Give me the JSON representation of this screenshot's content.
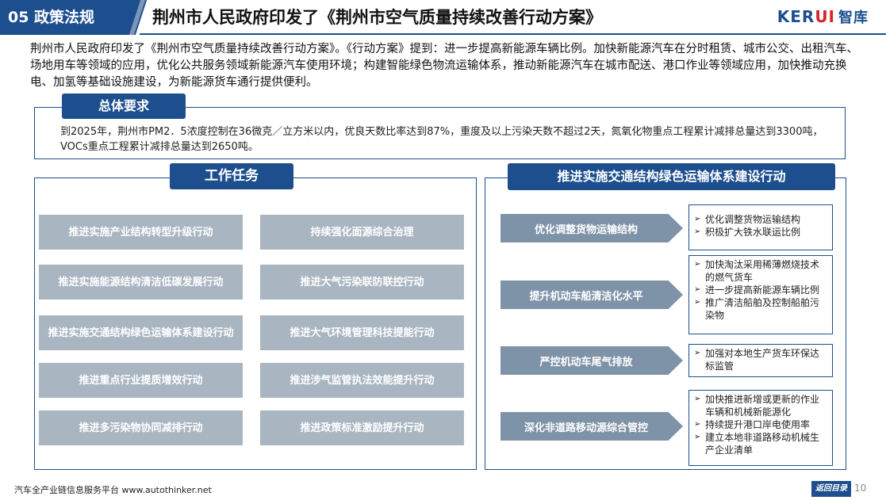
{
  "header": {
    "section_tag": "05 政策法规",
    "title": "荆州市人民政府印发了《荆州市空气质量持续改善行动方案》",
    "logo_main_a": "KER",
    "logo_main_b": "UI",
    "logo_cn": "智库"
  },
  "intro": "荆州市人民政府印发了《荆州市空气质量持续改善行动方案》。《行动方案》提到：进一步提高新能源车辆比例。加快新能源汽车在分时租赁、城市公交、出租汽车、场地用车等领域的应用，优化公共服务领域新能源汽车使用环境；构建智能绿色物流运输体系，推动新能源汽车在城市配送、港口作业等领域应用，加快推动充换电、加氢等基础设施建设，为新能源货车通行提供便利。",
  "requirement": {
    "label": "总体要求",
    "text": "到2025年，荆州市PM2．5浓度控制在36微克／立方米以内，优良天数比率达到87%，重度及以上污染天数不超过2天，氮氧化物重点工程累计减排总量达到3300吨，VOCs重点工程累计减排总量达到2650吨。"
  },
  "tasks": {
    "label": "工作任务",
    "items": [
      "推进实施产业结构转型升级行动",
      "持续强化面源综合治理",
      "推进实施能源结构清洁低碳发展行动",
      "推进大气污染联防联控行动",
      "推进实施交通结构绿色运输体系建设行动",
      "推进大气环境管理科技提能行动",
      "推进重点行业提质增效行动",
      "推进涉气监管执法效能提升行动",
      "推进多污染物协同减排行动",
      "推进政策标准激励提升行动"
    ]
  },
  "transport": {
    "label": "推进实施交通结构绿色运输体系建设行动",
    "rows": [
      {
        "title": "优化调整货物运输结构",
        "bullets": [
          "优化调整货物运输结构",
          "积极扩大铁水联运比例"
        ]
      },
      {
        "title": "提升机动车船清洁化水平",
        "bullets": [
          "加快淘汰采用稀薄燃烧技术的燃气货车",
          "进一步提高新能源车辆比例",
          "推广清洁船舶及控制船舶污染物"
        ]
      },
      {
        "title": "严控机动车尾气排放",
        "bullets": [
          "加强对本地生产货车环保达标监管"
        ]
      },
      {
        "title": "深化非道路移动源综合管控",
        "bullets": [
          "加快推进新增或更新的作业车辆和机械新能源化",
          "持续提升港口岸电使用率",
          "建立本地非道路移动机械生产企业清单"
        ]
      }
    ]
  },
  "footer": {
    "platform": "汽车全产业链信息服务平台 www.autothinker.net",
    "back_label": "返回目录",
    "page": "10"
  }
}
